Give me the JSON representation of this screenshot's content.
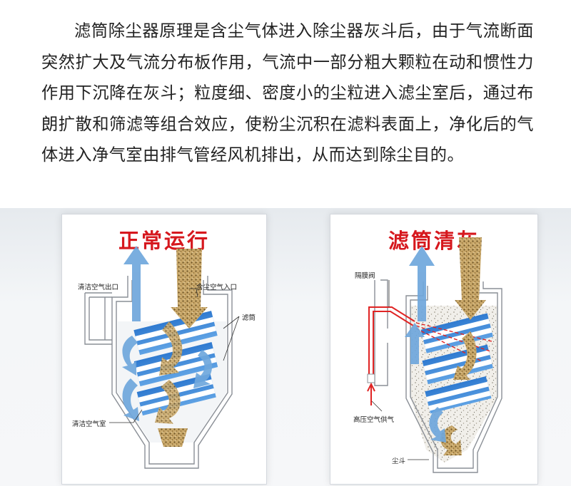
{
  "intro": {
    "text": "滤筒除尘器原理是含尘气体进入除尘器灰斗后，由于气流断面突然扩大及气流分布板作用，气流中一部分粗大颗粒在动和惯性力作用下沉降在灰斗；粒度细、密度小的尘粒进入滤尘室后，通过布朗扩散和筛滤等组合效应，使粉尘沉积在滤料表面上，净化后的气体进入净气室由排气管经风机排出，从而达到除尘目的。"
  },
  "panels": {
    "normal": {
      "title": "正常运行",
      "labels": {
        "clean_outlet": "清洁空气出口",
        "dusty_inlet": "含尘空气入口",
        "filter_cartridge": "滤筒",
        "clean_chamber": "清洁空气室"
      }
    },
    "cleaning": {
      "title": "滤筒清灰",
      "labels": {
        "diaphragm_valve": "隔膜阀",
        "high_pressure_air": "高压空气供气",
        "dust_hopper": "尘斗"
      }
    }
  },
  "colors": {
    "title_red": "#d6181e",
    "airflow_blue": "#5b9bd5",
    "filter_blue": "#2f7ad0",
    "dust_tan": "#b08a4e",
    "pulse_red": "#e02424"
  }
}
